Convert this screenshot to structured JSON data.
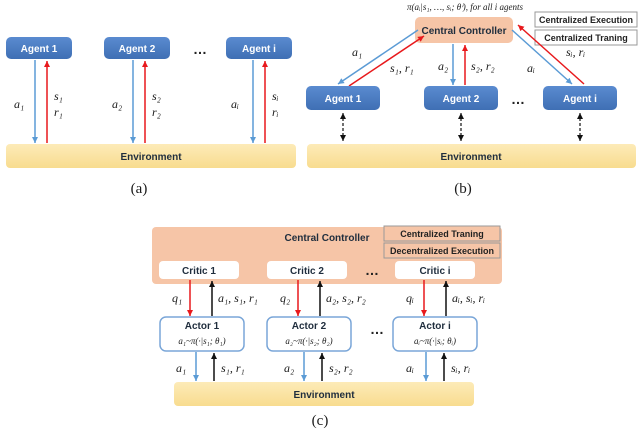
{
  "panel_a": {
    "agents": [
      {
        "label": "Agent 1",
        "action": "a₁",
        "state": "s₁",
        "reward": "r₁"
      },
      {
        "label": "Agent 2",
        "action": "a₂",
        "state": "s₂",
        "reward": "r₂"
      },
      {
        "label": "Agent i",
        "action": "aᵢ",
        "state": "sᵢ",
        "reward": "rᵢ"
      }
    ],
    "ellipsis": "…",
    "environment": "Environment",
    "caption": "(a)"
  },
  "panel_b": {
    "policy": "π(aᵢ|s₁, …, sᵢ; θⁱ), for all i agents",
    "controller": "Central Controller",
    "tags": [
      "Centralized Execution",
      "Centralized Traning"
    ],
    "agents": [
      {
        "label": "Agent 1",
        "action": "a₁",
        "state_reward": "s₁, r₁"
      },
      {
        "label": "Agent 2",
        "action": "a₂",
        "state_reward": "s₂, r₂"
      },
      {
        "label": "Agent i",
        "action": "aᵢ",
        "state_reward": "sᵢ, rᵢ"
      }
    ],
    "ellipsis": "…",
    "environment": "Environment",
    "caption": "(b)"
  },
  "panel_c": {
    "controller": "Central Controller",
    "tags": [
      "Centralized Traning",
      "Decentralized Execution"
    ],
    "critics": [
      "Critic 1",
      "Critic 2",
      "Critic i"
    ],
    "actors": [
      {
        "label": "Actor 1",
        "policy": "a₁~π(·|s₁; θ₁)",
        "q": "q₁",
        "feedback": "a₁, s₁, r₁",
        "action": "a₁",
        "state_reward": "s₁, r₁"
      },
      {
        "label": "Actor 2",
        "policy": "a₂~π(·|s₂; θ₂)",
        "q": "q₂",
        "feedback": "a₂, s₂, r₂",
        "action": "a₂",
        "state_reward": "s₂, r₂"
      },
      {
        "label": "Actor i",
        "policy": "aᵢ~π(·|sᵢ; θᵢ)",
        "q": "qᵢ",
        "feedback": "aᵢ, sᵢ, rᵢ",
        "action": "aᵢ",
        "state_reward": "sᵢ, rᵢ"
      }
    ],
    "ellipsis": "…",
    "environment": "Environment",
    "caption": "(c)"
  },
  "colors": {
    "agent_fill": "#4d7fc4",
    "environment_fill": "#fbe3a4",
    "controller_fill": "#f6c5a7",
    "arrow_blue": "#5b9bd5",
    "arrow_red": "#e8191c"
  }
}
